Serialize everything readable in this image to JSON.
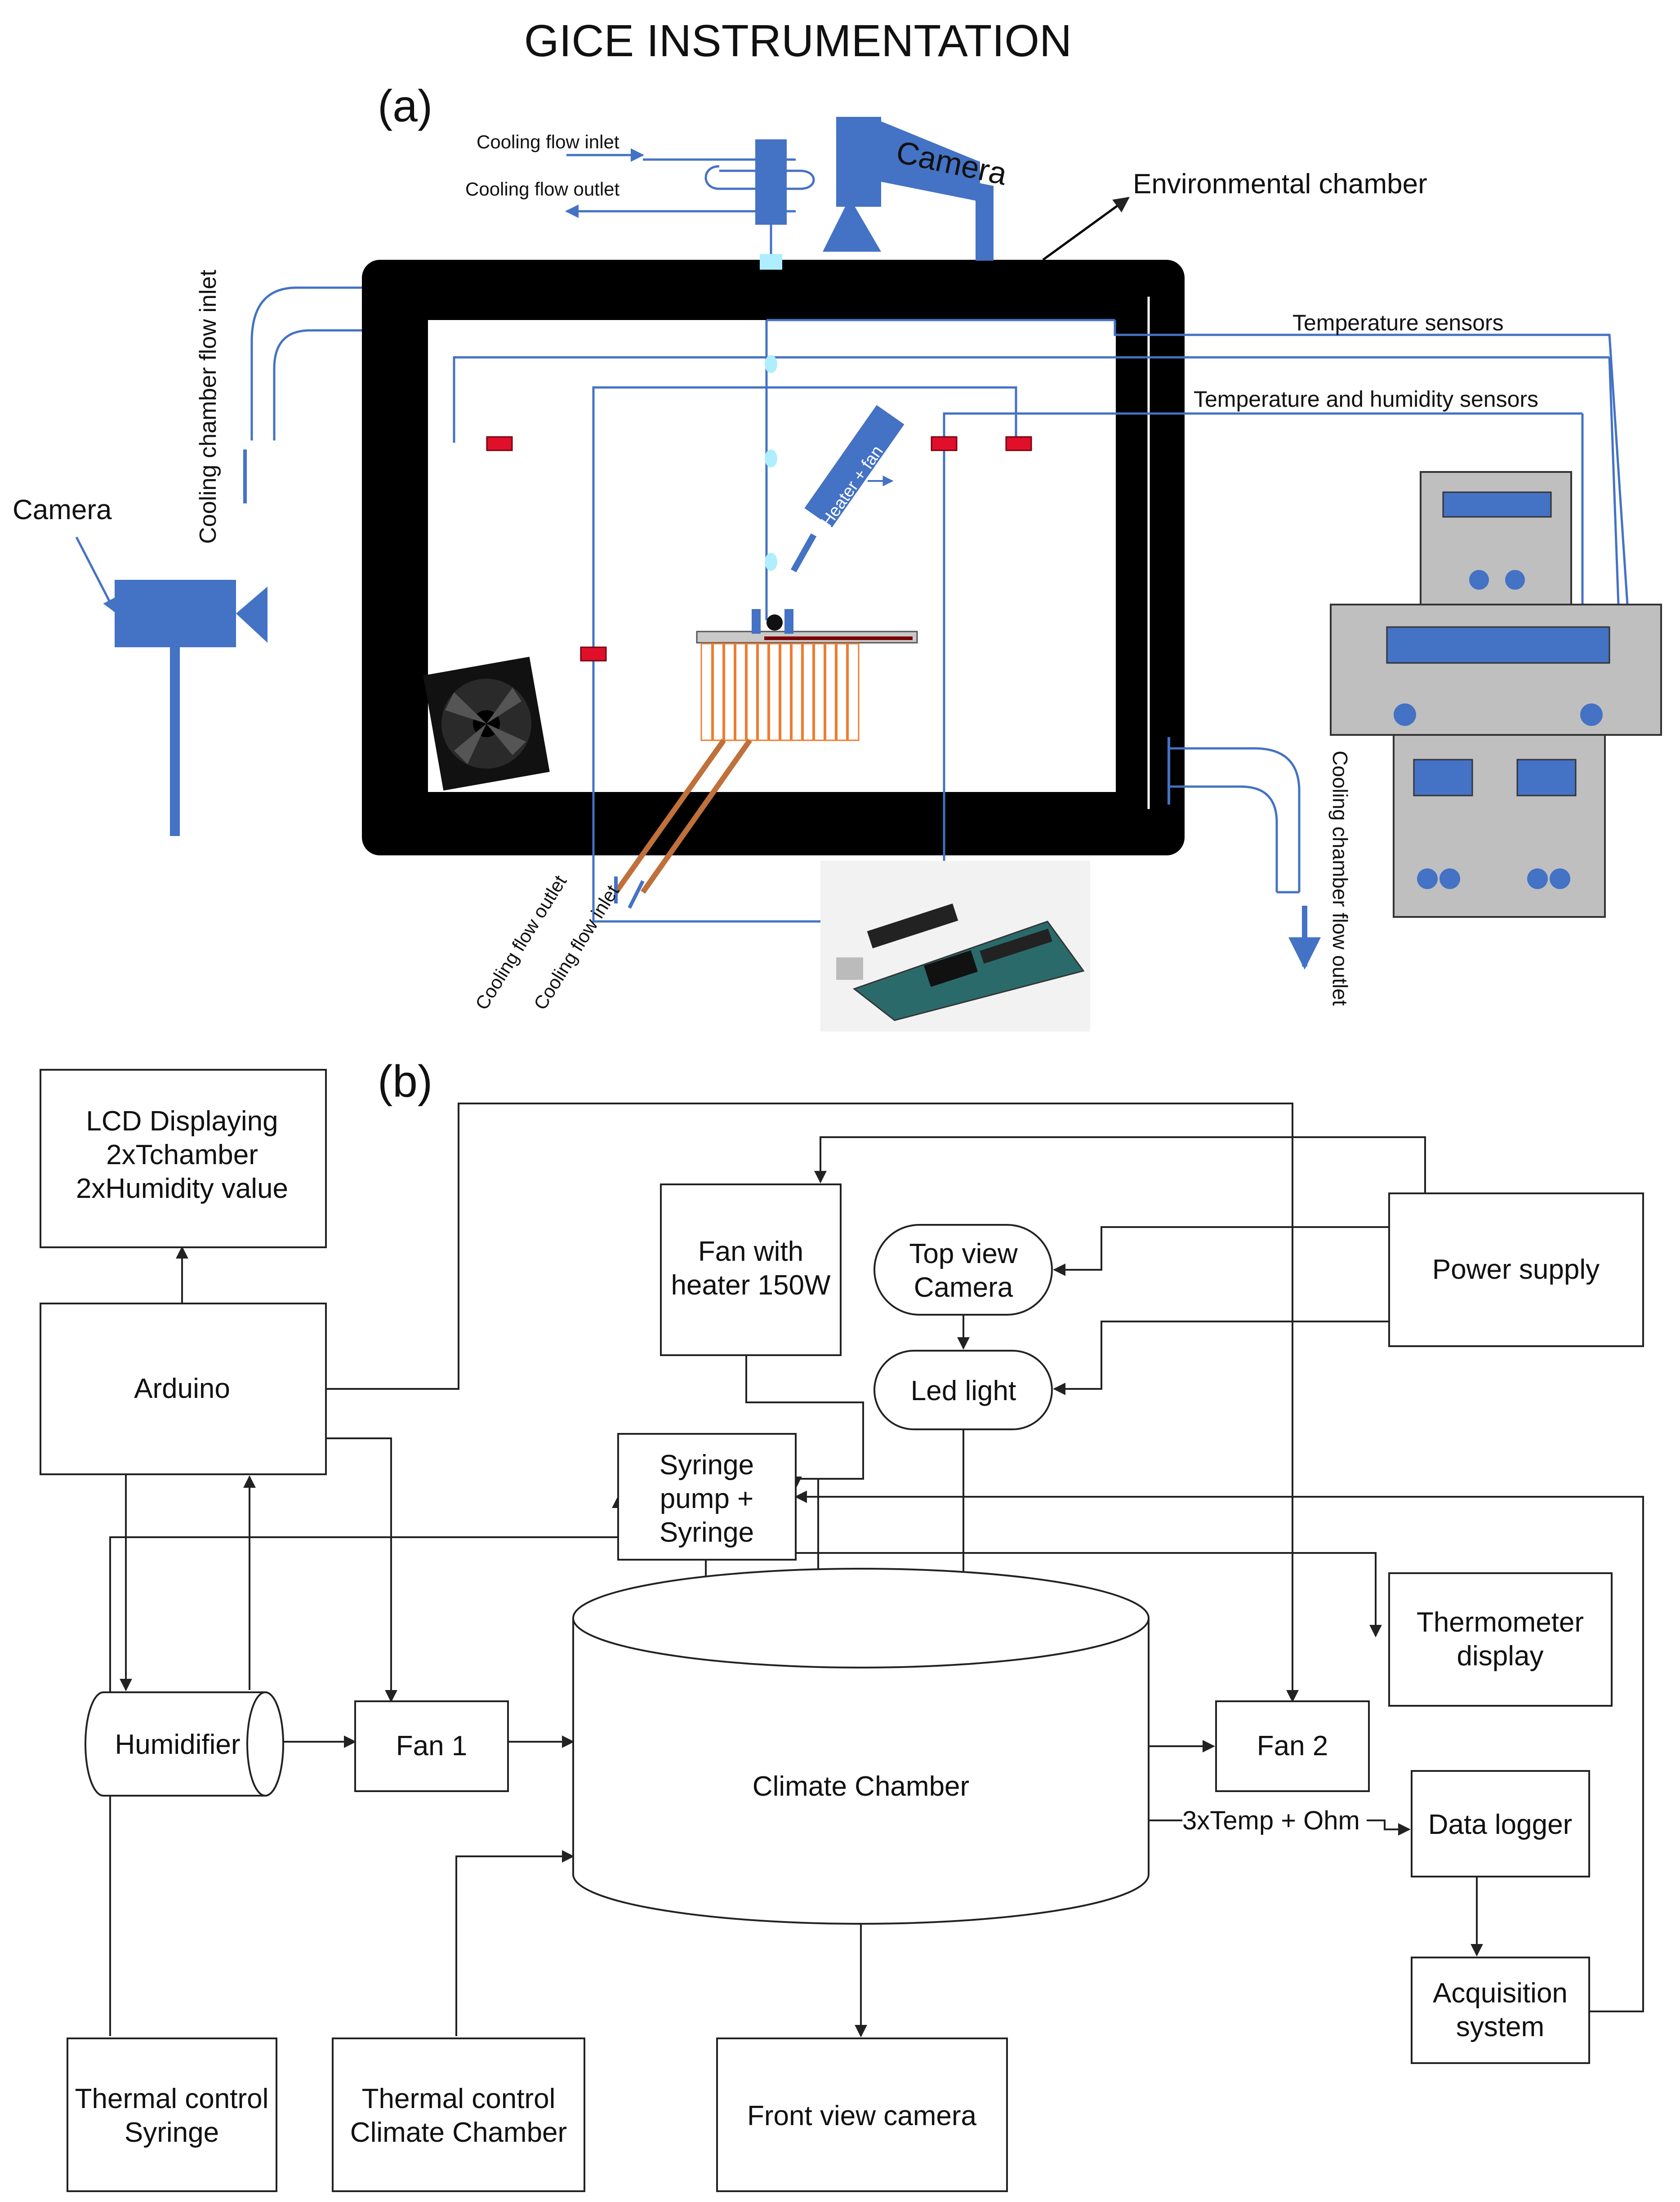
{
  "title": "GICE INSTRUMENTATION",
  "panel_a": {
    "label": "(a)",
    "camera_top": "Camera",
    "camera_side": "Camera",
    "cooling_flow_inlet_top": "Cooling  flow inlet",
    "cooling_flow_outlet_top": "Cooling  flow outlet",
    "environmental_chamber": "Environmental chamber",
    "temperature_sensors": "Temperature sensors",
    "temp_humidity_sensors": "Temperature and humidity sensors",
    "heater_fan": "Heater + fan",
    "chamber_flow_inlet": "Cooling chamber flow inlet",
    "chamber_flow_outlet": "Cooling chamber flow outlet",
    "cooling_flow_outlet_bottom": "Cooling  flow outlet",
    "cooling_flow_inlet_bottom": "Cooling  flow inlet"
  },
  "panel_b": {
    "label": "(b)",
    "nodes": {
      "lcd": [
        "LCD Displaying",
        "2xTchamber",
        "2xHumidity value"
      ],
      "arduino": [
        "Arduino"
      ],
      "fan_heater": [
        "Fan with",
        "heater 150W"
      ],
      "top_camera": [
        "Top view",
        "Camera"
      ],
      "led": [
        "Led light"
      ],
      "power": [
        "Power supply"
      ],
      "syringe": [
        "Syringe",
        "pump +",
        "Syringe"
      ],
      "thermometer": [
        "Thermometer",
        "display"
      ],
      "humidifier": [
        "Humidifier"
      ],
      "fan1": [
        "Fan 1"
      ],
      "chamber": [
        "Climate Chamber"
      ],
      "fan2": [
        "Fan 2"
      ],
      "datalogger": [
        "Data logger"
      ],
      "acquisition": [
        "Acquisition",
        "system"
      ],
      "thermal_syringe": [
        "Thermal control",
        "Syringe"
      ],
      "thermal_chamber": [
        "Thermal control",
        "Climate Chamber"
      ],
      "front_camera": [
        "Front view camera"
      ]
    },
    "edge_label": "3xTemp + Ohm"
  }
}
